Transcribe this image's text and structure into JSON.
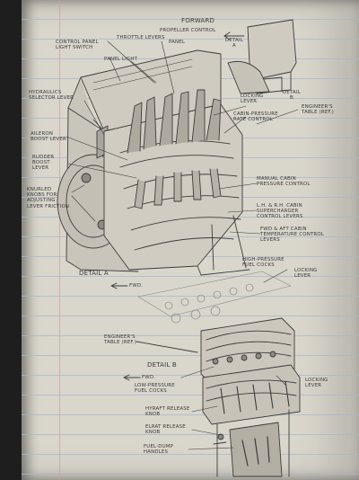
{
  "labels": {
    "throttle_levers": "THROTTLE LEVERS",
    "propeller_control": "PROPELLER CONTROL",
    "panel": "PANEL",
    "control_panel_light_switch": "CONTROL PANEL LIGHT SWITCH",
    "panel_light": "PANEL LIGHT",
    "forward": "FORWARD",
    "detail_a_small": "DETAIL A",
    "detail_b_small": "DETAIL B",
    "engineers_table_top": "ENGINEER'S TABLE (REF.)",
    "hydraulics_selector_lever": "HYDRAULICS SELECTOR LEVER",
    "locking_lever_top": "LOCKING LEVER",
    "cabin_pressure_rate_control": "CABIN-PRESSURE RATE CONTROL",
    "aileron_boost_lever": "AILERON BOOST LEVER",
    "rudder_boost_lever": "RUDDER BOOST LEVER",
    "knurled_knobs": "KNURLED KNOBS FOR ADJUSTING LEVER FRICTION",
    "manual_cabin_pressure_control": "MANUAL CABIN PRESSURE CONTROL",
    "lh_rh_cabin_supercharger": "L.H. & R.H. CABIN SUPERCHARGER CONTROL LEVERS",
    "fwd_aft_cabin_temperature": "FWD & AFT CABIN TEMPERATURE CONTROL LEVERS",
    "detail_a": "DETAIL A",
    "fwd_a": "FWD.",
    "high_pressure_fuel_cocks": "HIGH-PRESSURE FUEL COCKS",
    "locking_lever_mid": "LOCKING LEVER",
    "engineers_table_bottom": "ENGINEER'S TABLE (REF.)",
    "detail_b": "DETAIL B",
    "fwd_b": "FWD.",
    "low_pressure_fuel_cocks": "LOW-PRESSURE FUEL COCKS",
    "locking_lever_bottom": "LOCKING LEVER",
    "hyraft_release_knob": "HYRAFT RELEASE KNOB",
    "elrat_release_knob": "ELRAT RELEASE KNOB",
    "fuel_dump_handles": "FUEL-DUMP HANDLES"
  }
}
